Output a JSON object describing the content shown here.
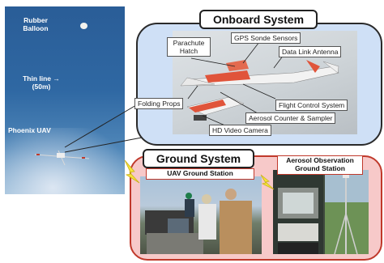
{
  "sky": {
    "balloon_label": "Rubber\nBalloon",
    "thin_line_label": "Thin line →\n(50m)",
    "uav_label": "Phoenix UAV"
  },
  "onboard": {
    "title": "Onboard System",
    "callouts": {
      "parachute": "Parachute\nHatch",
      "gps": "GPS Sonde Sensors",
      "antenna": "Data Link Antenna",
      "props": "Folding Props",
      "fcs": "Flight Control System",
      "aerosol": "Aerosol Counter & Sampler",
      "camera": "HD Video Camera"
    }
  },
  "ground": {
    "title": "Ground System",
    "uav_station": "UAV Ground Station",
    "aerosol_station": "Aerosol Observation\nGround Station"
  },
  "colors": {
    "onboard_fill": "#cfe0f6",
    "ground_fill": "#f7c9c9",
    "ground_border": "#c0392b",
    "lightning": "#f6e43a"
  }
}
